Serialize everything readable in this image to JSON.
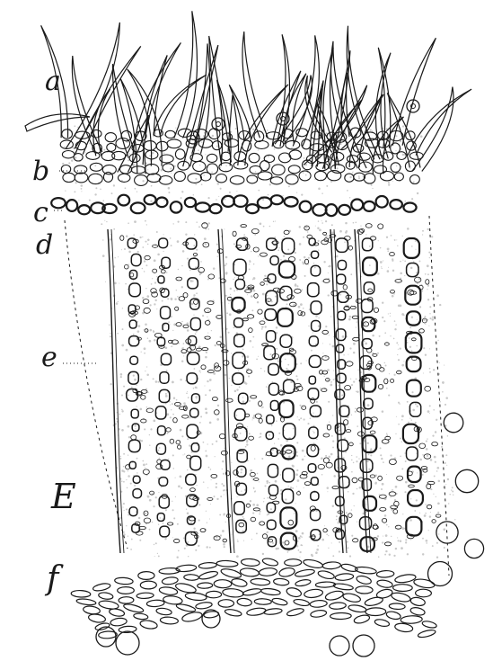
{
  "labels": {
    "a": "a",
    "b": "b",
    "c": "c",
    "d": "d",
    "e": "e",
    "E": "E",
    "f": "f"
  },
  "ink_color": "#1a1a1a",
  "stipple_color": "#c9c9c9"
}
